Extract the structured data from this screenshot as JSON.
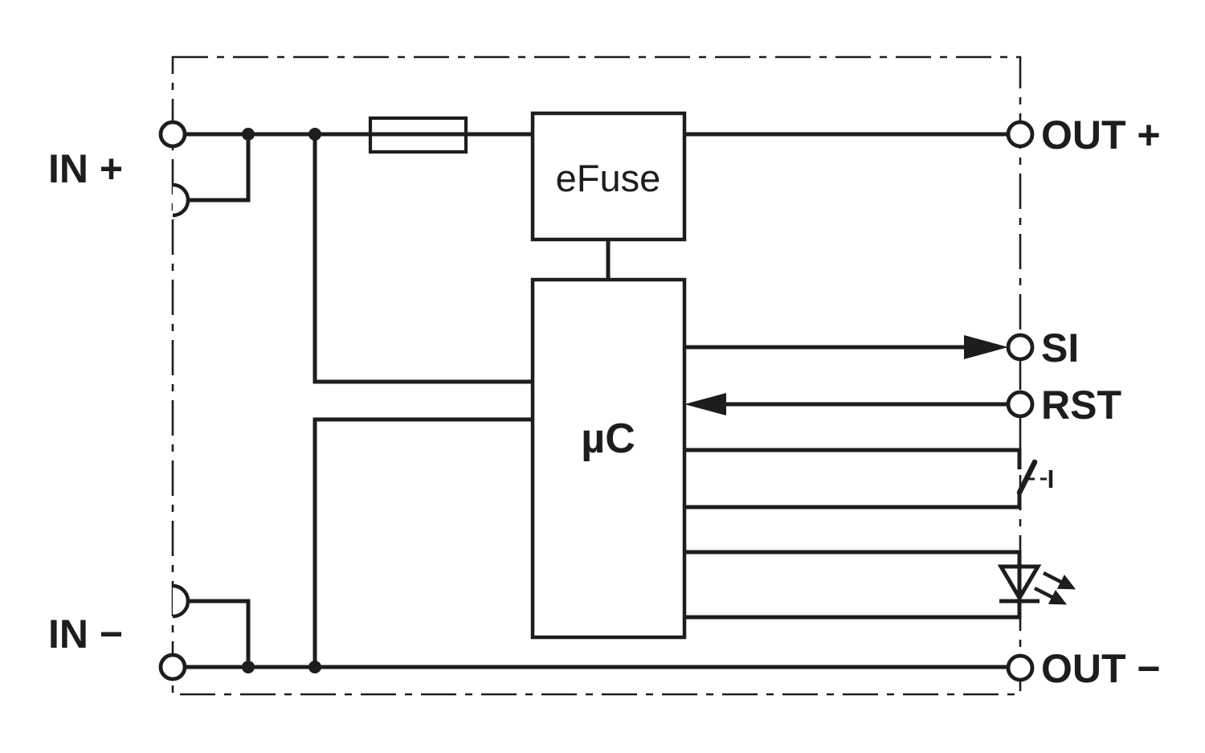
{
  "diagram": {
    "type": "circuit-block-diagram",
    "colors": {
      "line": "#1d1d1b",
      "background": "#ffffff"
    },
    "labels": {
      "in_plus": "IN +",
      "in_minus": "IN −",
      "out_plus": "OUT +",
      "si": "SI",
      "rst": "RST",
      "out_minus": "OUT −",
      "efuse": "eFuse",
      "microcontroller": "µC"
    },
    "icons": {
      "fuse": "fuse-icon",
      "si_arrow": "arrow-right-icon",
      "rst_arrow": "arrow-left-icon",
      "switch": "pushbutton-switch-icon",
      "led": "led-icon"
    }
  }
}
